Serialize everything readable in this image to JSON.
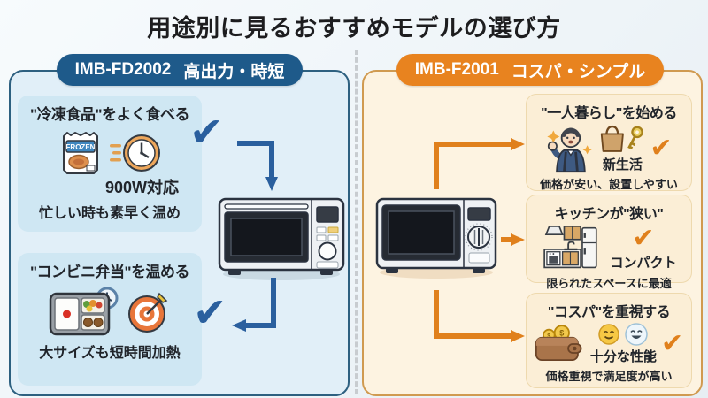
{
  "title": "用途別に見るおすすめモデルの選び方",
  "checkmark_glyph": "✔",
  "coin_symbol": "$",
  "colors": {
    "blue_header": "#1e5a8a",
    "blue_accent": "#2a5f9e",
    "left_panel_bg": "#e1eff8",
    "left_card_bg": "#cfe7f3",
    "orange_header": "#e8831f",
    "orange_accent": "#e0801c",
    "right_panel_bg": "#fdf3e1",
    "right_card_bg": "#fbeed6"
  },
  "left_panel": {
    "model": "IMB-FD2002",
    "tagline": "高出力・時短",
    "cards": [
      {
        "title": "\"冷凍食品\"をよく食べる",
        "frozen_label": "FROZEN",
        "spec": "900W対応",
        "caption": "忙しい時も素早く温め",
        "icons": [
          "frozen-bag-icon",
          "speed-clock-icon"
        ]
      },
      {
        "title": "\"コンビニ弁当\"を温める",
        "caption": "大サイズも短時間加熱",
        "icons": [
          "bento-box-icon",
          "mini-clock-icon",
          "dart-target-icon"
        ]
      }
    ]
  },
  "right_panel": {
    "model": "IMB-F2001",
    "tagline": "コスパ・シンプル",
    "cards": [
      {
        "title": "\"一人暮らし\"を始める",
        "keyword": "新生活",
        "caption": "価格が安い、設置しやすい",
        "icons": [
          "new-life-person-icon",
          "tote-bag-icon",
          "key-icon"
        ]
      },
      {
        "title": "キッチンが\"狭い\"",
        "keyword": "コンパクト",
        "caption": "限られたスペースに最適",
        "icons": [
          "kitchen-icon"
        ]
      },
      {
        "title": "\"コスパ\"を重視する",
        "keyword": "十分な性能",
        "caption": "価格重視で満足度が高い",
        "icons": [
          "wallet-coins-icon",
          "smiley-icon",
          "laughing-smiley-icon"
        ]
      }
    ]
  }
}
